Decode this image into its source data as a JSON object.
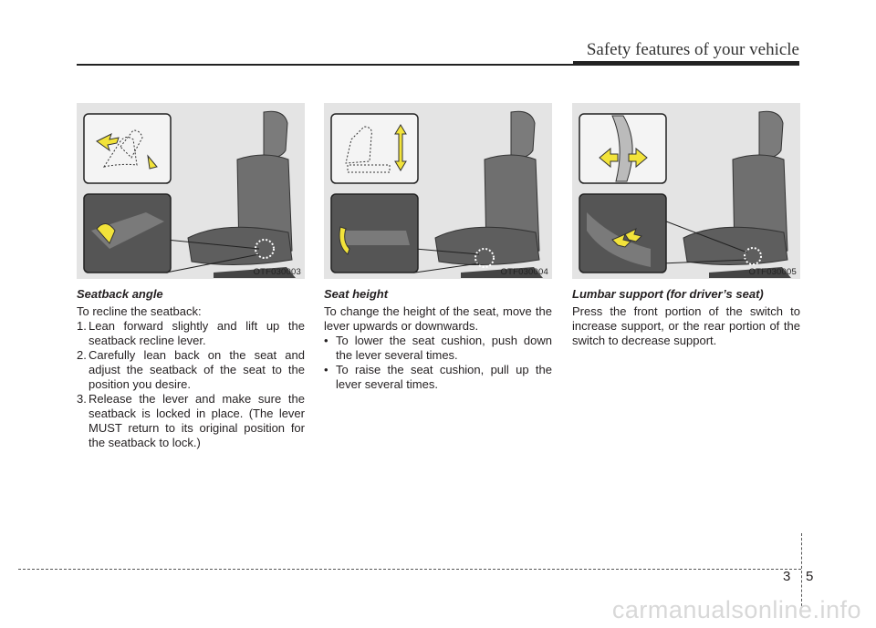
{
  "header": {
    "title": "Safety features of your vehicle"
  },
  "sections": [
    {
      "figure_code": "OTF030003",
      "title": "Seatback angle",
      "intro": "To recline the seatback:",
      "items": [
        {
          "marker": "1.",
          "text": "Lean forward slightly and lift up the seatback recline lever."
        },
        {
          "marker": "2.",
          "text": "Carefully lean back on the seat and adjust the seatback of the seat to the position you desire."
        },
        {
          "marker": "3.",
          "text": "Release the lever and make sure the seatback is locked in place. (The lever MUST return to its original position for the seatback to lock.)"
        }
      ]
    },
    {
      "figure_code": "OTF030004",
      "title": "Seat height",
      "intro": "To change the height of the seat, move the lever upwards or downwards.",
      "items": [
        {
          "marker": "•",
          "text": "To lower the seat cushion, push down the lever several times."
        },
        {
          "marker": "•",
          "text": "To raise the seat cushion, pull up the lever several times."
        }
      ]
    },
    {
      "figure_code": "OTF030005",
      "title": "Lumbar support (for driver’s seat)",
      "intro": "Press the front portion of the switch to increase support, or the rear portion of the switch to decrease support.",
      "items": []
    }
  ],
  "page": {
    "chapter": "3",
    "number": "5"
  },
  "watermark": "carmanualsonline.info",
  "colors": {
    "arrow": "#f2e33a",
    "seat": "#6a6a6a",
    "figure_bg": "#e4e4e4"
  }
}
